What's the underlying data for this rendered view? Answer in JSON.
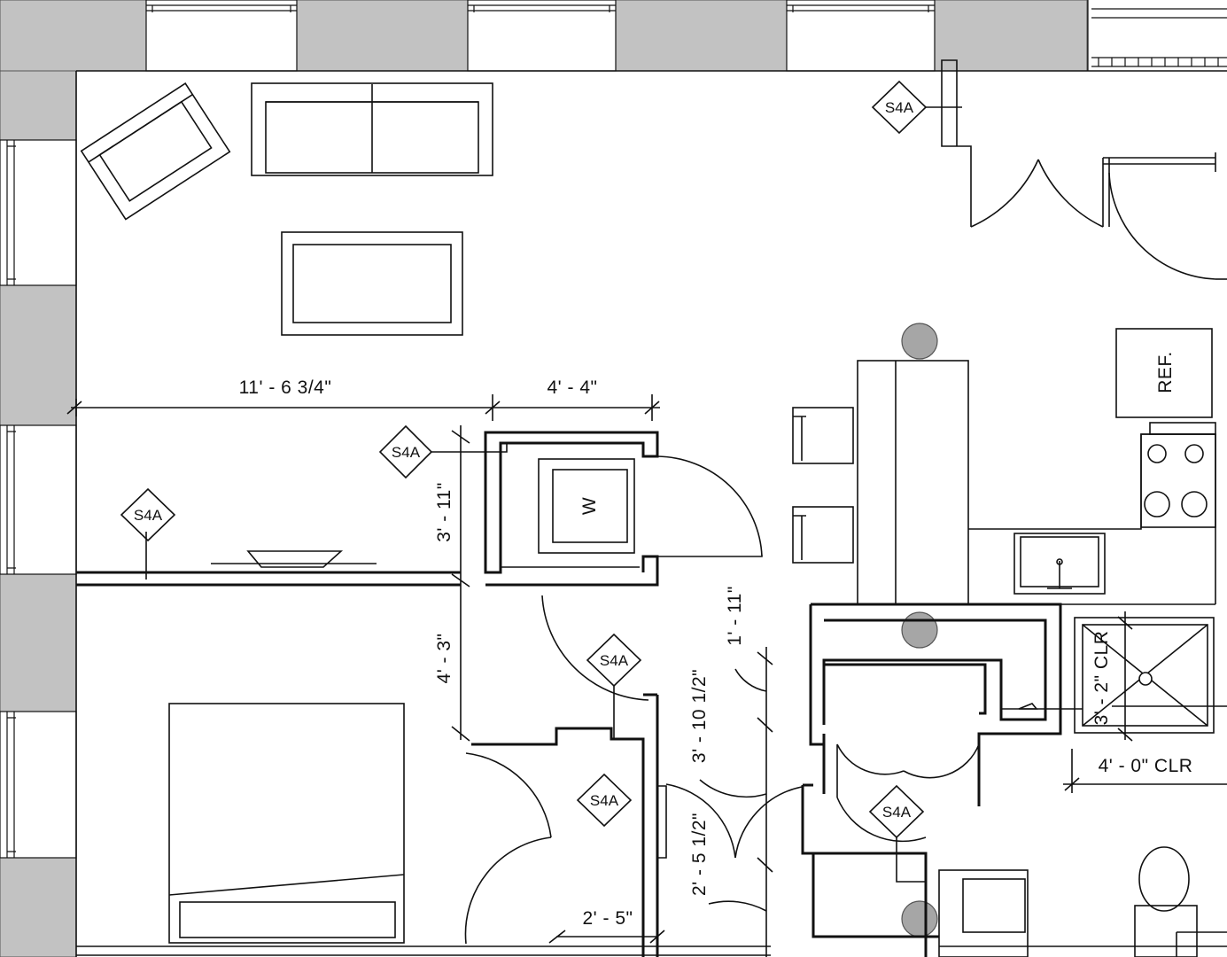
{
  "dimensions": {
    "living_width": "11' - 6 3/4\"",
    "laundry_width": "4' - 4\"",
    "laundry_depth": "3' - 11\"",
    "hall_depth": "4' - 3\"",
    "bath_entry": "1' - 11\"",
    "hall_width": "3' - 10 1/2\"",
    "closet_width": "2' - 5 1/2\"",
    "closet_depth": "2' - 5\"",
    "shower_clr_depth": "3' - 2\" CLR",
    "shower_clr_width": "4' - 0\" CLR"
  },
  "tags": {
    "s4a": "S4A"
  },
  "labels": {
    "washer": "W",
    "refrigerator": "REF."
  },
  "colors": {
    "line": "#111111",
    "wall_fill": "#c2c2c2",
    "fixture_circle": "#a6a6a6",
    "background": "#ffffff"
  }
}
